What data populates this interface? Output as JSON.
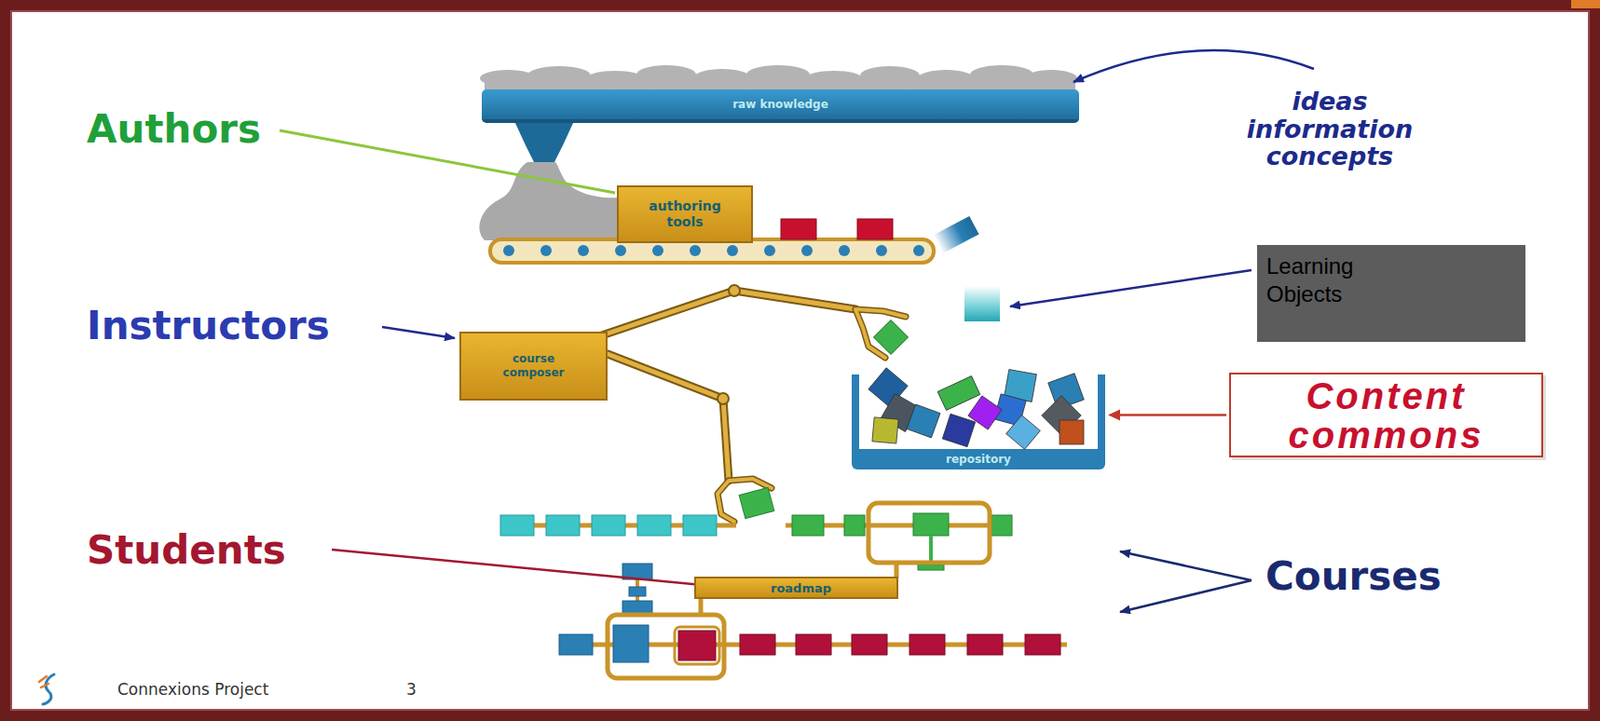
{
  "diagram": {
    "nodes": [
      {
        "text": [
          "raw knowledge"
        ]
      },
      {
        "text": [
          "authoring tools"
        ]
      },
      {
        "text": [
          "Learning Objects"
        ]
      },
      {
        "text": [
          "course composer"
        ]
      },
      {
        "text": [
          "Content commons"
        ]
      },
      {
        "text": [
          "repository"
        ]
      },
      {
        "text": [
          "roadmap"
        ]
      }
    ],
    "edges": [
      {
        "from": 4,
        "to": 5,
        "arrow": "to"
      }
    ],
    "labels": [
      "ideas information concepts",
      "Authors",
      "Instructors",
      "Students",
      "Courses",
      "Connexions Project",
      "3"
    ]
  }
}
